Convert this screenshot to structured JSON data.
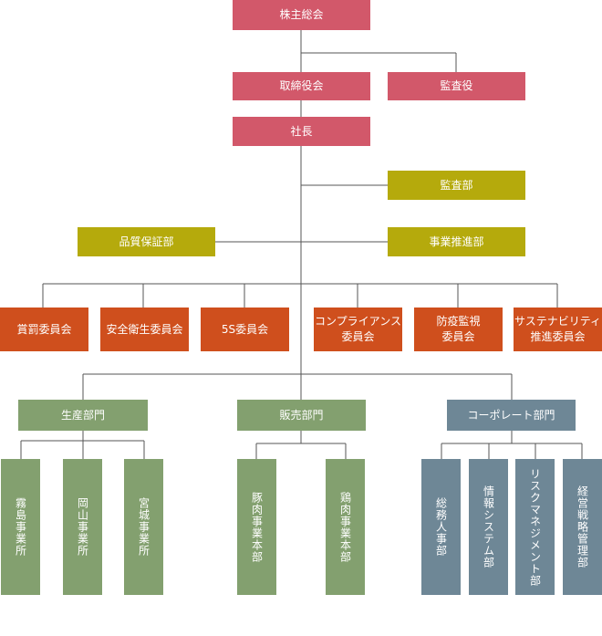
{
  "colors": {
    "governance": "#d2586a",
    "staff": "#b5aa0c",
    "committee": "#cf4f1d",
    "division": "#83a06f",
    "corporate": "#6e8796",
    "line": "#555555"
  },
  "top": {
    "shareholders": "株主総会",
    "board": "取締役会",
    "auditor": "監査役",
    "president": "社長"
  },
  "staff": {
    "audit_dept": "監査部",
    "quality_dept": "品質保証部",
    "business_promotion": "事業推進部"
  },
  "committees": [
    "賞罰委員会",
    "安全衛生委員会",
    "5S委員会",
    "コンプライアンス\n委員会",
    "防疫監視\n委員会",
    "サステナビリティ\n推進委員会"
  ],
  "divisions": {
    "production": {
      "label": "生産部門",
      "units": [
        "霧島事業所",
        "岡山事業所",
        "宮城事業所"
      ]
    },
    "sales": {
      "label": "販売部門",
      "units": [
        "豚肉事業本部",
        "鶏肉事業本部"
      ]
    },
    "corporate": {
      "label": "コーポレート部門",
      "units": [
        "総務人事部",
        "情報システム部",
        "リスクマネジメント部",
        "経営戦略管理部"
      ]
    }
  }
}
